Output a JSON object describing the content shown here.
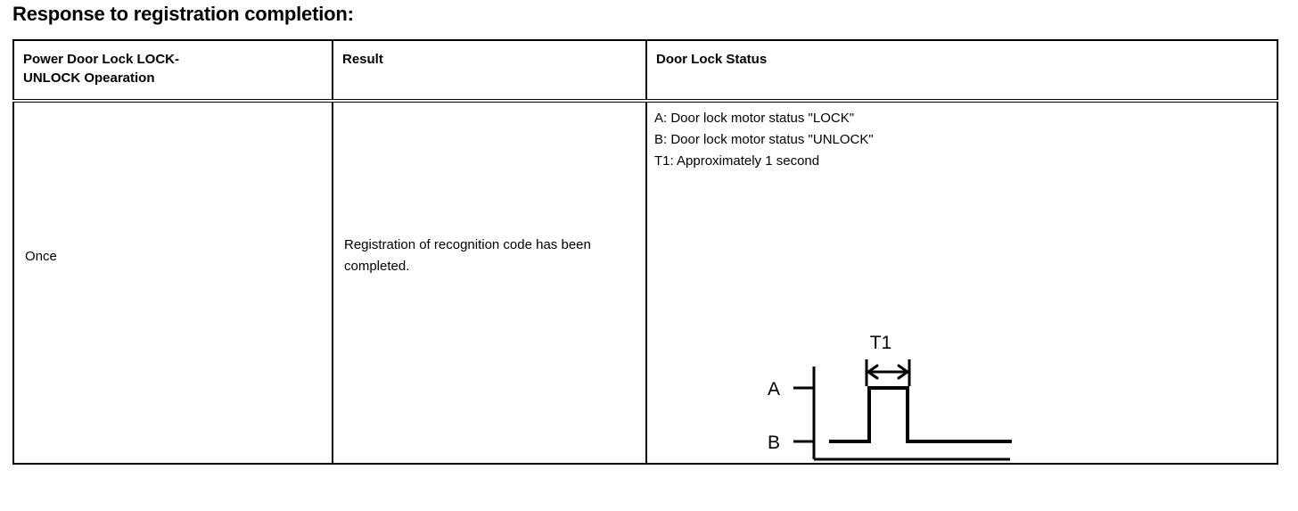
{
  "page": {
    "title": "Response to registration completion:"
  },
  "table": {
    "headers": [
      "Power Door Lock LOCK-\nUNLOCK Opearation",
      "Result",
      "Door Lock Status"
    ],
    "header_operation_line1": "Power Door Lock LOCK-",
    "header_operation_line2": "UNLOCK Opearation",
    "header_result": "Result",
    "header_status": "Door Lock Status",
    "rows": [
      {
        "operation": "Once",
        "result": "Registration of recognition code has been completed.",
        "status_legend": [
          "A: Door lock motor status \"LOCK\"",
          "B: Door lock motor status \"UNLOCK\"",
          "T1: Approximately 1 second"
        ]
      }
    ]
  },
  "chart_data": {
    "type": "line",
    "title": "Door lock motor timing waveform",
    "xlabel": "",
    "ylabel": "",
    "legend_position": "above-plot",
    "grid": false,
    "y_levels": [
      {
        "label": "A",
        "meaning": "Door lock motor status \"LOCK\"",
        "y": 1
      },
      {
        "label": "B",
        "meaning": "Door lock motor status \"UNLOCK\"",
        "y": 0
      }
    ],
    "annotations": [
      {
        "label": "T1",
        "meaning": "Approximately 1 second",
        "type": "duration-arrow",
        "x_start": 1.0,
        "x_end": 2.0
      }
    ],
    "series": [
      {
        "name": "Door lock motor status",
        "x": [
          0.0,
          1.0,
          1.0,
          2.0,
          2.0,
          4.6
        ],
        "values": [
          0,
          0,
          1,
          1,
          0,
          0
        ]
      }
    ],
    "xlim": [
      0,
      4.6
    ],
    "ylim": [
      0,
      1
    ]
  },
  "diagram_labels": {
    "level_a": "A",
    "level_b": "B",
    "duration": "T1"
  },
  "colors": {
    "ink": "#000000",
    "paper": "#ffffff"
  }
}
